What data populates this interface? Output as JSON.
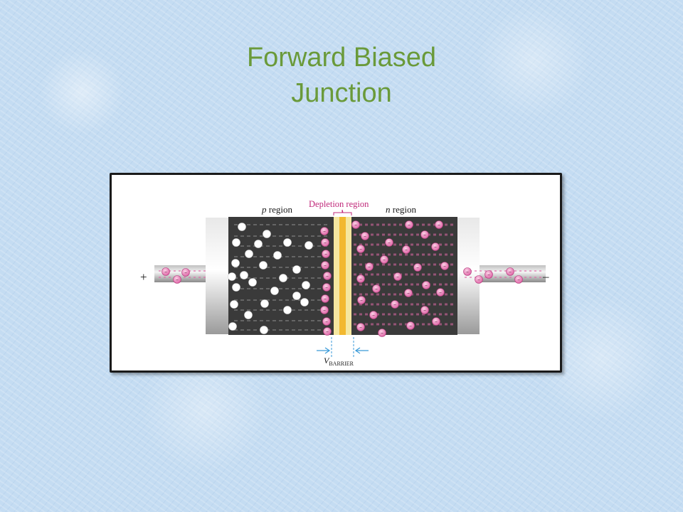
{
  "slide": {
    "title_line1": "Forward Biased",
    "title_line2": "Junction"
  },
  "diagram": {
    "p_label_italic": "p",
    "p_label_rest": " region",
    "n_label_italic": "n",
    "n_label_rest": " region",
    "depletion_label": "Depletion region",
    "plus_terminal": "+",
    "minus_terminal": "–",
    "vbarrier_v": "V",
    "vbarrier_sub": "BARRIER",
    "electron_symbol": "–",
    "colors": {
      "semiconductor": "#3a3a3a",
      "electron": "#e06aa8",
      "depletion_band": "#f2b830",
      "label_pink": "#c0287a",
      "hole": "#ffffff",
      "dimension_line": "#3a9ad8"
    }
  }
}
